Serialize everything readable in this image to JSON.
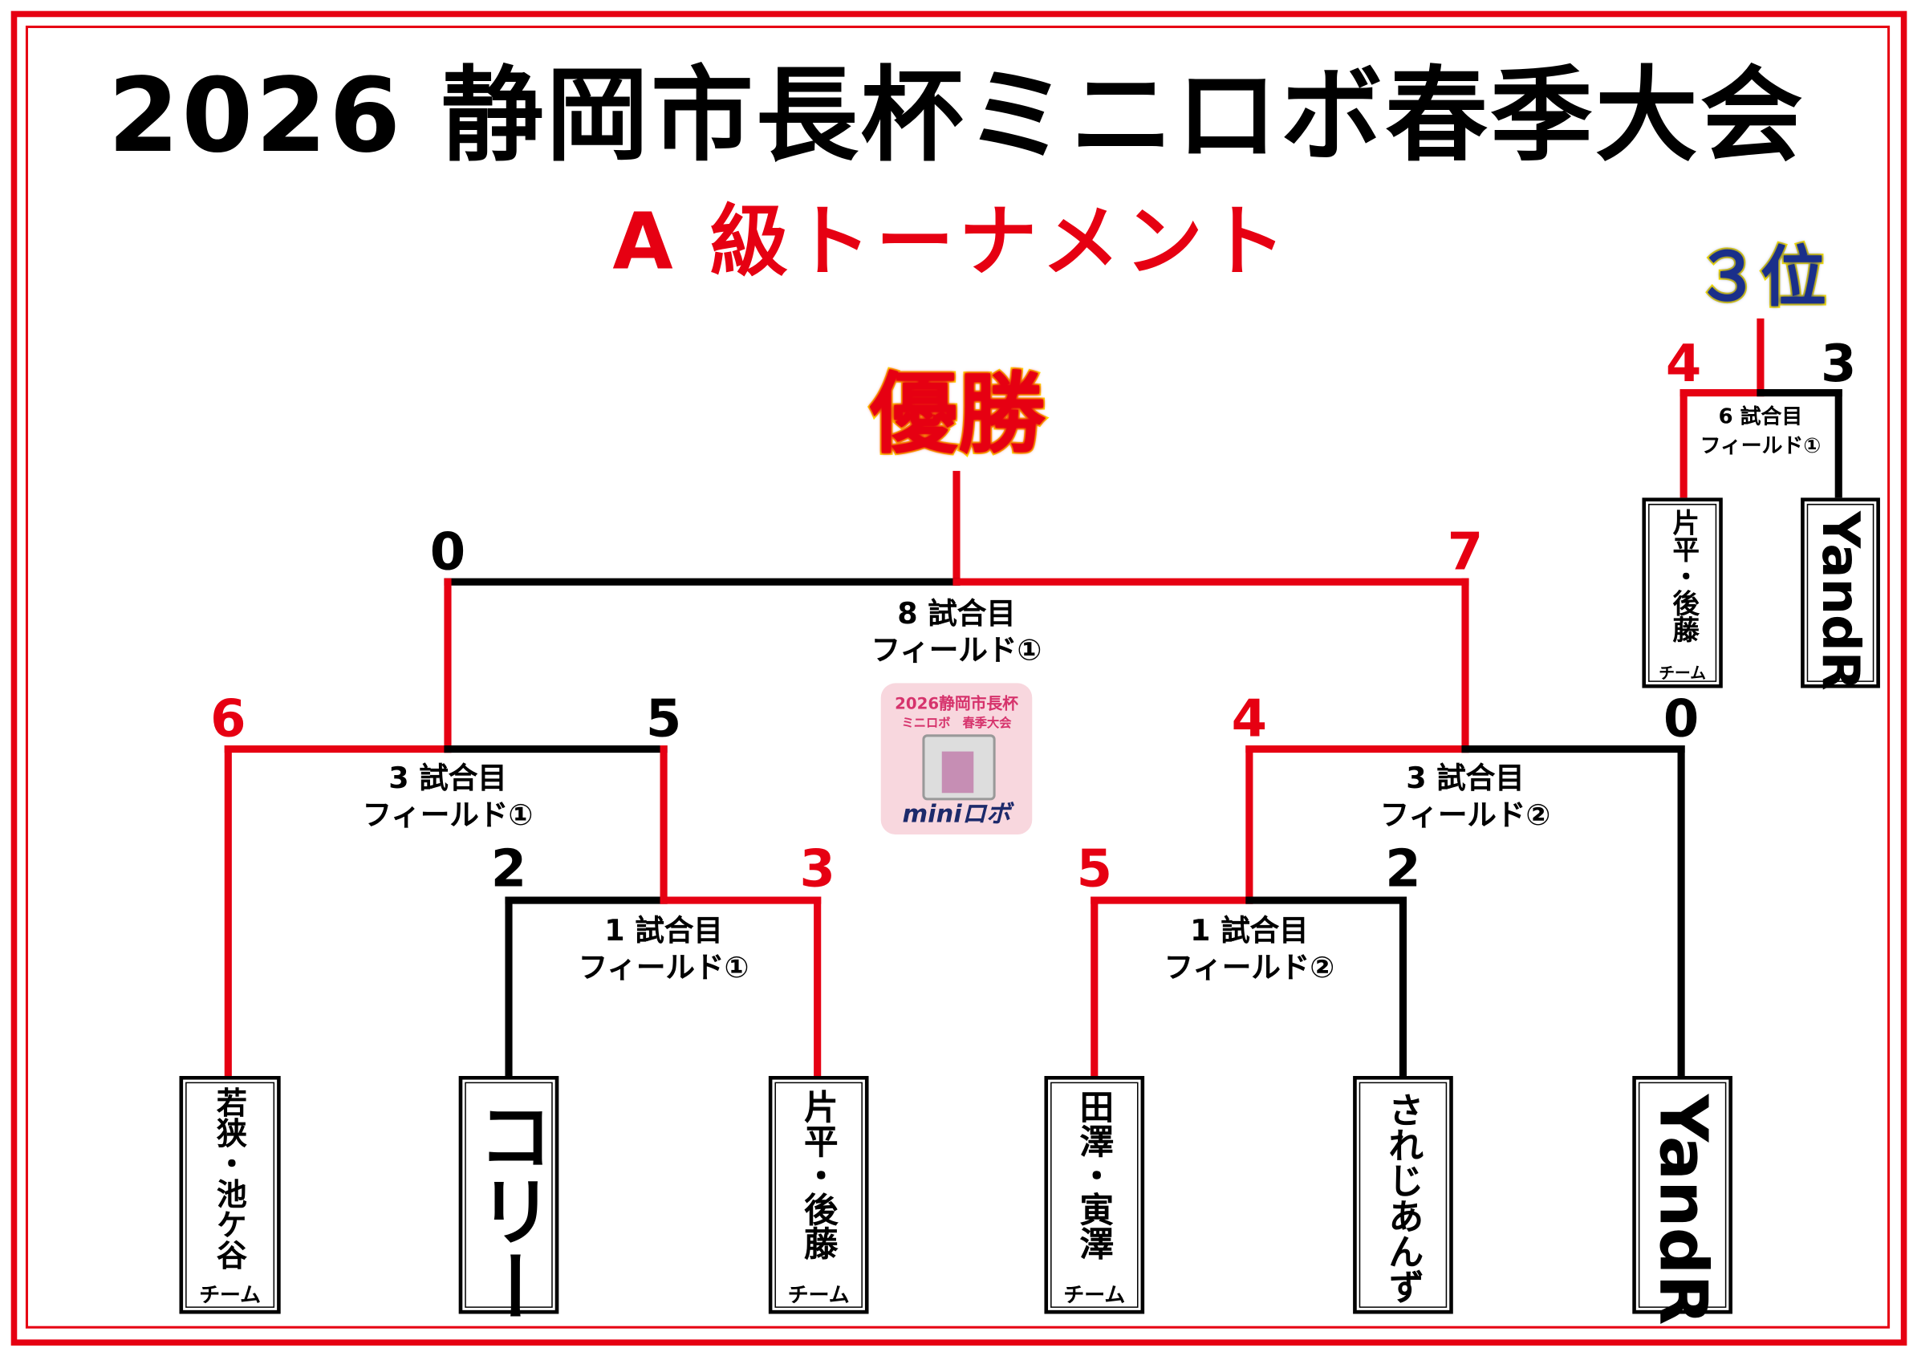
{
  "title": "2026 静岡市長杯ミニロボ春季大会",
  "subtitle": "A 級トーナメント",
  "champion_label": "優勝",
  "third_place_label": "３位",
  "colors": {
    "winner": "#e60012",
    "loser": "#000000",
    "third_place": "#1a2f8a",
    "outline": "#ffe600"
  },
  "logo": {
    "line1": "2026静岡市長杯",
    "line2": "ミニロボ　春季大会",
    "brand": "miniロボ"
  },
  "team_suffix": "チーム",
  "matches": {
    "m8": {
      "name": "8 試合目",
      "field": "フィールド①",
      "score_left": "0",
      "score_right": "7"
    },
    "m3_left": {
      "name": "3 試合目",
      "field": "フィールド①",
      "score_left": "6",
      "score_right": "5"
    },
    "m1_left": {
      "name": "1 試合目",
      "field": "フィールド①",
      "score_left": "2",
      "score_right": "3"
    },
    "m3_right": {
      "name": "3 試合目",
      "field": "フィールド②",
      "score_left": "4",
      "score_right": "0"
    },
    "m1_right": {
      "name": "1 試合目",
      "field": "フィールド②",
      "score_left": "5",
      "score_right": "2"
    },
    "m6": {
      "name": "6 試合目",
      "field": "フィールド①",
      "score_left": "4",
      "score_right": "3"
    }
  },
  "teams": [
    {
      "name": "若狭・池ケ谷",
      "suffix": true
    },
    {
      "name": "コリー",
      "suffix": false
    },
    {
      "name": "片平・後藤",
      "suffix": true
    },
    {
      "name": "田澤・寅澤",
      "suffix": true
    },
    {
      "name": "されじあんず",
      "suffix": false
    },
    {
      "name": "YandR",
      "suffix": false
    }
  ],
  "third_place_teams": [
    {
      "name": "片平・後藤",
      "suffix": true
    },
    {
      "name": "YandR",
      "suffix": false
    }
  ]
}
